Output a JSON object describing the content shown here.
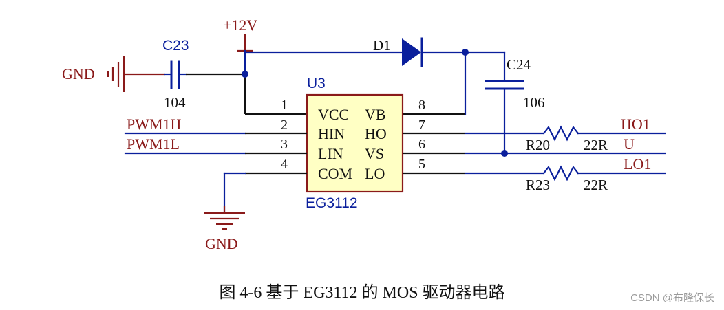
{
  "schematic": {
    "supply_label": "+12V",
    "gnd_label_top": "GND",
    "gnd_label_bottom": "GND",
    "c23": {
      "ref": "C23",
      "value": "104"
    },
    "c24": {
      "ref": "C24",
      "value": "106"
    },
    "d1": {
      "ref": "D1"
    },
    "u3": {
      "ref": "U3",
      "part": "EG3112",
      "left_pins": [
        {
          "num": "1",
          "name": "VCC"
        },
        {
          "num": "2",
          "name": "HIN"
        },
        {
          "num": "3",
          "name": "LIN"
        },
        {
          "num": "4",
          "name": "COM"
        }
      ],
      "right_pins": [
        {
          "num": "8",
          "name": "VB"
        },
        {
          "num": "7",
          "name": "HO"
        },
        {
          "num": "6",
          "name": "VS"
        },
        {
          "num": "5",
          "name": "LO"
        }
      ]
    },
    "inputs": {
      "pwm_h": "PWM1H",
      "pwm_l": "PWM1L"
    },
    "r20": {
      "ref": "R20",
      "value": "22R"
    },
    "r23": {
      "ref": "R23",
      "value": "22R"
    },
    "outputs": {
      "ho": "HO1",
      "u": "U",
      "lo": "LO1"
    },
    "colors": {
      "wire": "#0a1f9c",
      "power": "#8a1a1a",
      "body": "#111111"
    }
  },
  "caption": "图 4-6 基于 EG3112 的 MOS 驱动器电路",
  "watermark": "CSDN @布隆保长"
}
